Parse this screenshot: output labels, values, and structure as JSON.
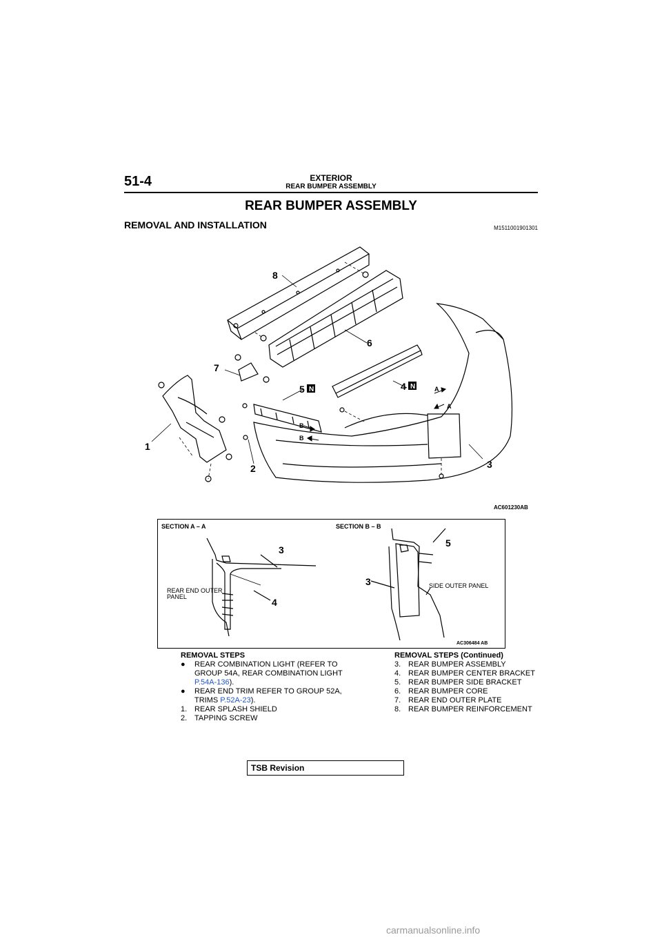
{
  "header": {
    "page_number": "51-4",
    "section": "EXTERIOR",
    "subsection": "REAR BUMPER ASSEMBLY"
  },
  "title": "REAR BUMPER ASSEMBLY",
  "subtitle": "REMOVAL AND INSTALLATION",
  "doc_code": "M1511001901301",
  "figure_main": {
    "code": "AC601230AB",
    "callouts": [
      "1",
      "2",
      "3",
      "4",
      "5",
      "6",
      "7",
      "8"
    ],
    "badge": "N",
    "section_marks": [
      "A",
      "A",
      "B",
      "B"
    ]
  },
  "figure_sections": {
    "code": "AC306484 AB",
    "section_a": {
      "label": "SECTION A – A",
      "part_label": "REAR END OUTER PANEL",
      "callouts": [
        "3",
        "4"
      ]
    },
    "section_b": {
      "label": "SECTION B – B",
      "part_label": "SIDE OUTER PANEL",
      "callouts": [
        "5",
        "3"
      ]
    }
  },
  "removal_steps": {
    "heading": "REMOVAL STEPS",
    "bullets": [
      {
        "pre": "REAR COMBINATION LIGHT (REFER TO GROUP 54A, REAR COMBINATION LIGHT ",
        "link": "P.54A-136",
        "post": ")."
      },
      {
        "pre": "REAR END TRIM REFER TO GROUP 52A, TRIMS ",
        "link": "P.52A-23",
        "post": ")."
      }
    ],
    "items": [
      {
        "num": "1.",
        "text": "REAR SPLASH SHIELD"
      },
      {
        "num": "2.",
        "text": "TAPPING SCREW"
      }
    ]
  },
  "removal_steps_continued": {
    "heading": "REMOVAL STEPS (Continued)",
    "items": [
      {
        "num": "3.",
        "text": "REAR BUMPER ASSEMBLY"
      },
      {
        "num": "4.",
        "text": "REAR BUMPER CENTER BRACKET"
      },
      {
        "num": "5.",
        "text": "REAR BUMPER SIDE BRACKET"
      },
      {
        "num": "6.",
        "text": "REAR BUMPER CORE"
      },
      {
        "num": "7.",
        "text": "REAR END OUTER PLATE"
      },
      {
        "num": "8.",
        "text": "REAR BUMPER REINFORCEMENT"
      }
    ]
  },
  "tsb_label": "TSB Revision",
  "footer": "carmanualsonline.info",
  "colors": {
    "link": "#2255cc",
    "footer": "#9a9a9a"
  }
}
